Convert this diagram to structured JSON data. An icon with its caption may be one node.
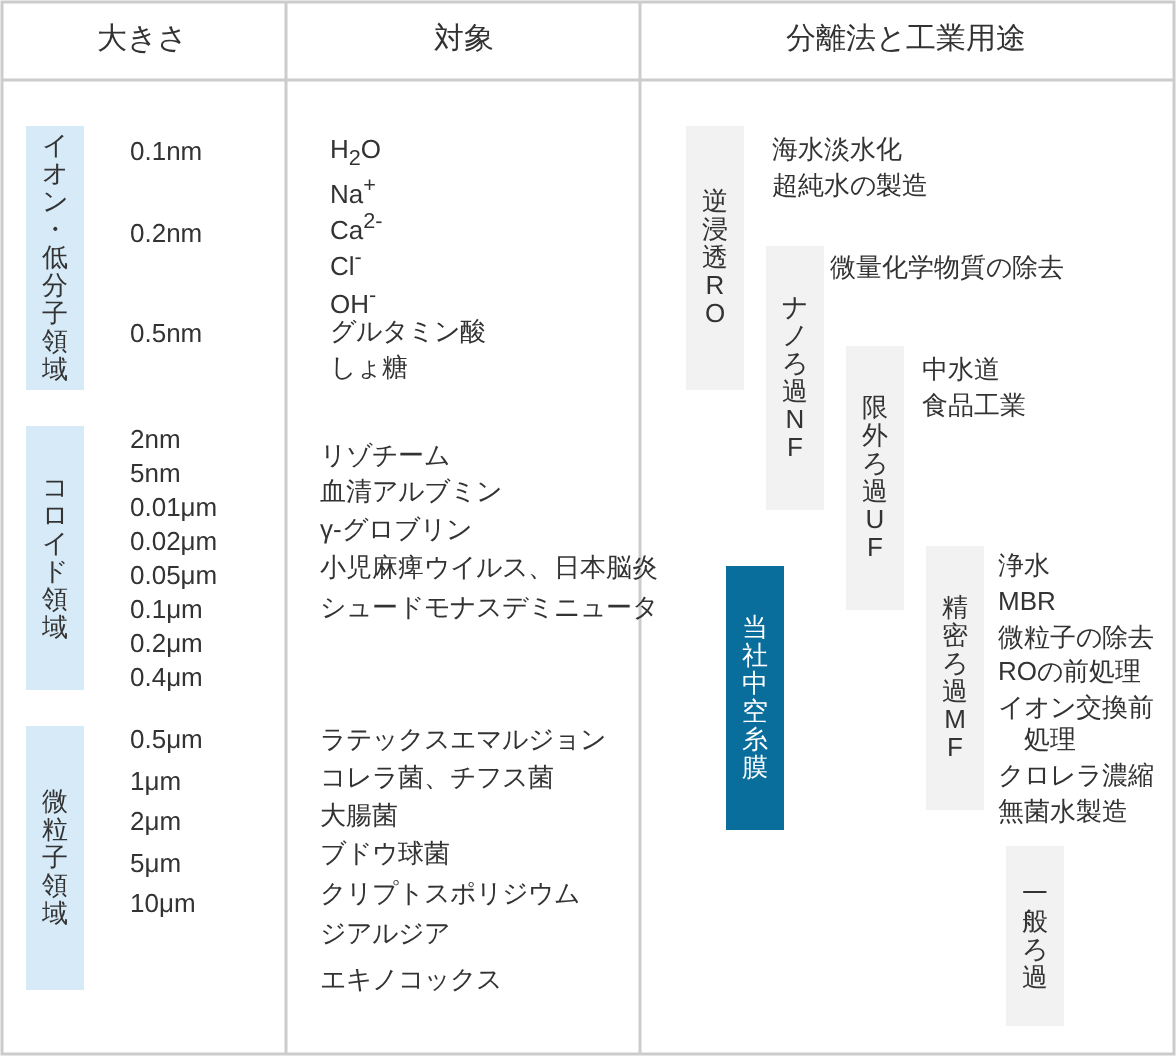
{
  "diagram": {
    "nodes": [
      {
        "text": [
          "イオン・低分子領域"
        ]
      },
      {
        "text": [
          "コロイド領域"
        ]
      },
      {
        "text": [
          "微粒子領域"
        ]
      },
      {
        "text": [
          "逆浸透 RO"
        ],
        "beside": [
          "海水淡水化",
          "超純水の製造"
        ]
      },
      {
        "text": [
          "ナノろ過NF"
        ],
        "beside": [
          "微量化学物質の除去"
        ]
      },
      {
        "text": [
          "限外ろ過UF"
        ],
        "beside": [
          "中水道",
          "食品工業"
        ]
      },
      {
        "text": [
          "精密ろ過MF"
        ],
        "beside": [
          "浄水",
          "MBR",
          "微粒子の除去",
          "ROの前処理",
          "イオン交換前処理",
          "クロレラ濃縮",
          "無菌水製造"
        ]
      },
      {
        "text": [
          "当社中空糸膜"
        ]
      },
      {
        "text": [
          "一般ろ過"
        ]
      }
    ],
    "labels": [
      "大きさ",
      "対象",
      "分離法と工業用途",
      "0.1nm",
      "0.2nm",
      "0.5nm",
      "2nm",
      "5nm",
      "0.01μm",
      "0.02μm",
      "0.05μm",
      "0.1μm",
      "0.2μm",
      "0.4μm",
      "0.5μm",
      "1μm",
      "2μm",
      "5μm",
      "10μm",
      "H$_{2}$O",
      "Na$^{+}$",
      "Ca$^{2-}$",
      "Cl$^{-}$",
      "OH$^{-}$",
      "グルタミン酸",
      "しょ糖",
      "リゾチーム",
      "血清アルブミン",
      "γ-グロブリン",
      "小児麻痺ウイルス、日本脳炎",
      "シュードモナスデミニュータ",
      "ラテックスエマルジョン",
      "コレラ菌、チフス菌",
      "大腸菌",
      "ブドウ球菌",
      "クリプトスポリジウム",
      "ジアルジア",
      "エキノコックス"
    ]
  }
}
